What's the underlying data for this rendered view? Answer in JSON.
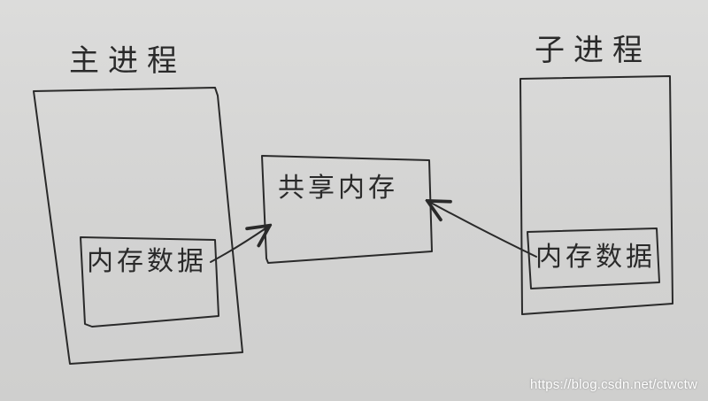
{
  "main_process": {
    "title": "主进程",
    "memory_label": "内存数据"
  },
  "shared_memory": {
    "label": "共享内存"
  },
  "child_process": {
    "title": "子进程",
    "memory_label": "内存数据"
  },
  "watermark": "https://blog.csdn.net/ctwctw",
  "colors": {
    "paper": "#d6d6d5",
    "ink": "#2a2a2a",
    "watermark": "#ffffff"
  }
}
